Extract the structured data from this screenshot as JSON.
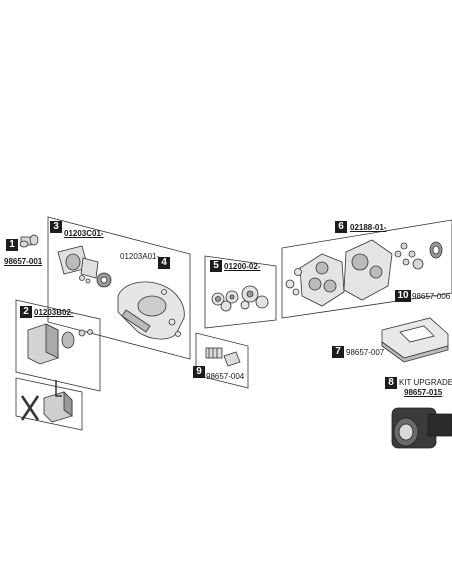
{
  "labels": {
    "n1": "1",
    "c1": "98657-001",
    "n2": "2",
    "c2": "01203B02-",
    "n3": "3",
    "c3": "01203C01-",
    "c3b": "01203A01-",
    "n4": "4",
    "n5": "5",
    "c5": "01200-02-",
    "n6": "6",
    "c6": "02188-01-",
    "n7": "7",
    "c7": "98657-007",
    "n8": "8",
    "t8": "KIT UPGRADE",
    "c8": "98657-015",
    "n9": "9",
    "c9": "98657-004",
    "n10": "10",
    "c10": "98657-006"
  }
}
